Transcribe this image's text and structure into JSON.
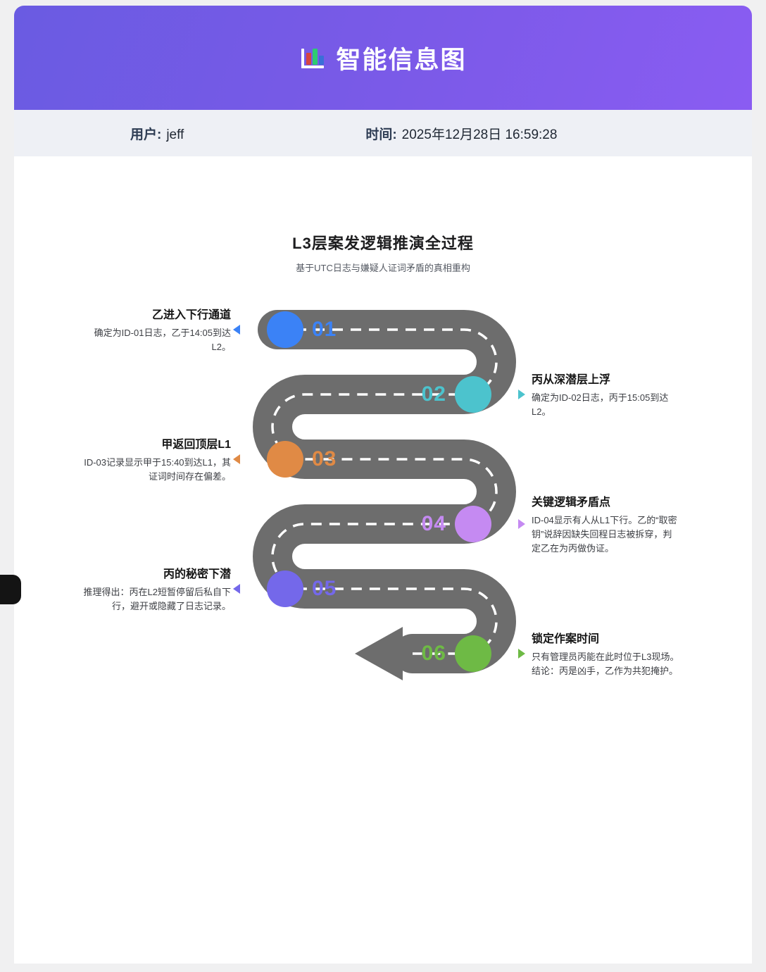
{
  "header": {
    "title": "智能信息图",
    "icon": "bar-chart"
  },
  "meta": {
    "user_label": "用户:",
    "user_value": "jeff",
    "time_label": "时间:",
    "time_value": "2025年12月28日 16:59:28"
  },
  "infographic": {
    "title": "L3层案发逻辑推演全过程",
    "subtitle": "基于UTC日志与嫌疑人证词矛盾的真相重构",
    "road_color": "#6d6d6d",
    "steps": [
      {
        "number": "01",
        "side": "left",
        "color": "#3b82f6",
        "title": "乙进入下行通道",
        "desc": "确定为ID-01日志，乙于14:05到达L2。"
      },
      {
        "number": "02",
        "side": "right",
        "color": "#4cc3cd",
        "title": "丙从深潜层上浮",
        "desc": "确定为ID-02日志，丙于15:05到达L2。"
      },
      {
        "number": "03",
        "side": "left",
        "color": "#e08a45",
        "title": "甲返回顶层L1",
        "desc": "ID-03记录显示甲于15:40到达L1，其证词时间存在偏差。"
      },
      {
        "number": "04",
        "side": "right",
        "color": "#c58af2",
        "title": "关键逻辑矛盾点",
        "desc": "ID-04显示有人从L1下行。乙的“取密钥”说辞因缺失回程日志被拆穿，判定乙在为丙做伪证。"
      },
      {
        "number": "05",
        "side": "left",
        "color": "#7468ea",
        "title": "丙的秘密下潜",
        "desc": "推理得出：丙在L2短暂停留后私自下行，避开或隐藏了日志记录。"
      },
      {
        "number": "06",
        "side": "right",
        "color": "#6eba45",
        "title": "锁定作案时间",
        "desc": "只有管理员丙能在此时位于L3现场。结论：丙是凶手，乙作为共犯掩护。"
      }
    ]
  }
}
